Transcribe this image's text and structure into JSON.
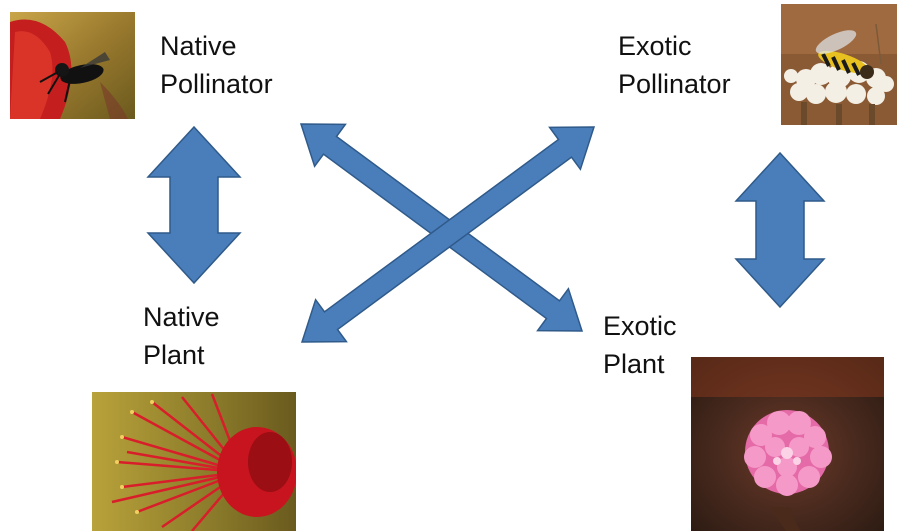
{
  "labels": {
    "native_pollinator": {
      "line1": "Native",
      "line2": "Pollinator"
    },
    "exotic_pollinator": {
      "line1": "Exotic",
      "line2": "Pollinator"
    },
    "native_plant": {
      "line1": "Native",
      "line2": "Plant"
    },
    "exotic_plant": {
      "line1": "Exotic",
      "line2": "Plant"
    }
  },
  "colors": {
    "arrow_fill": "#4a7ebb",
    "arrow_stroke": "#2f5a8a",
    "text": "#111111"
  },
  "icons": {
    "native_pollinator": "wasp-on-red-flower-photo",
    "exotic_pollinator": "hoverfly-on-white-flower-photo",
    "native_plant": "red-bottlebrush-flower-photo",
    "exotic_plant": "pink-knotweed-flower-photo"
  }
}
